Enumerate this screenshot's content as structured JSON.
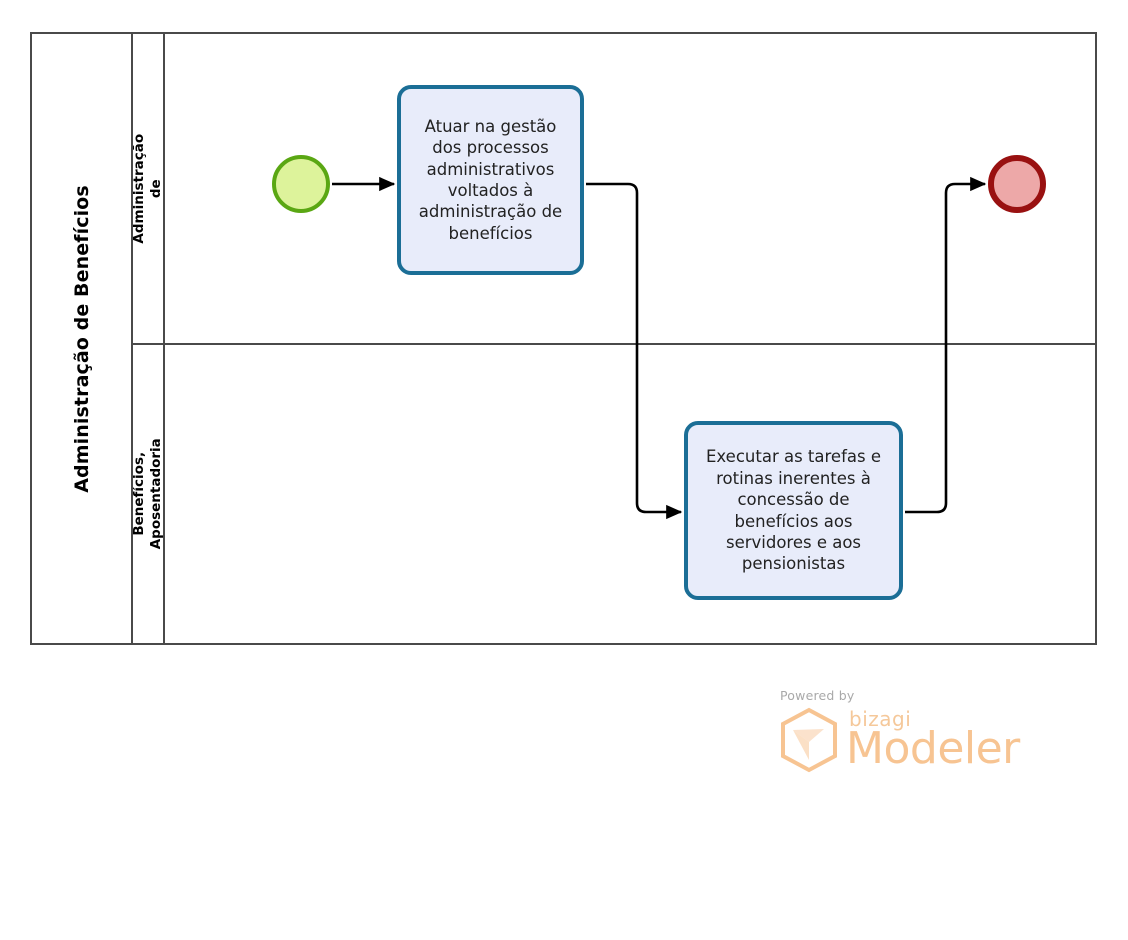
{
  "diagram": {
    "type": "bpmn-pool-lanes",
    "pool": {
      "title": "Administração de Benefícios"
    },
    "lanes": [
      {
        "id": "lane-1",
        "label": "Divisão de Administração de\nBenefícios"
      },
      {
        "id": "lane-2",
        "label": "Seção de Benefícios,\nAposentadoria e Pensão"
      }
    ],
    "events": [
      {
        "id": "start-event",
        "kind": "start",
        "lane": "lane-1",
        "fill": "#ddf39b",
        "stroke": "#5aa713"
      },
      {
        "id": "end-event",
        "kind": "end",
        "lane": "lane-1",
        "fill": "#eda8a8",
        "stroke": "#991111"
      }
    ],
    "tasks": [
      {
        "id": "task-1",
        "lane": "lane-1",
        "label": "Atuar na gestão dos processos administrativos voltados à administração de benefícios",
        "fill": "#e8ecfa",
        "stroke": "#1b6e96"
      },
      {
        "id": "task-2",
        "lane": "lane-2",
        "label": "Executar as tarefas e rotinas inerentes à concessão de benefícios aos servidores e aos pensionistas",
        "fill": "#e8ecfa",
        "stroke": "#1b6e96"
      }
    ],
    "flows": [
      {
        "id": "flow-start-to-task1",
        "from": "start-event",
        "to": "task-1"
      },
      {
        "id": "flow-task1-to-task2",
        "from": "task-1",
        "to": "task-2"
      },
      {
        "id": "flow-task2-to-end",
        "from": "task-2",
        "to": "end-event"
      }
    ]
  },
  "branding": {
    "powered_by": "Powered by",
    "bizagi": "bizagi",
    "modeler": "Modeler",
    "accent": "#f7c492"
  }
}
